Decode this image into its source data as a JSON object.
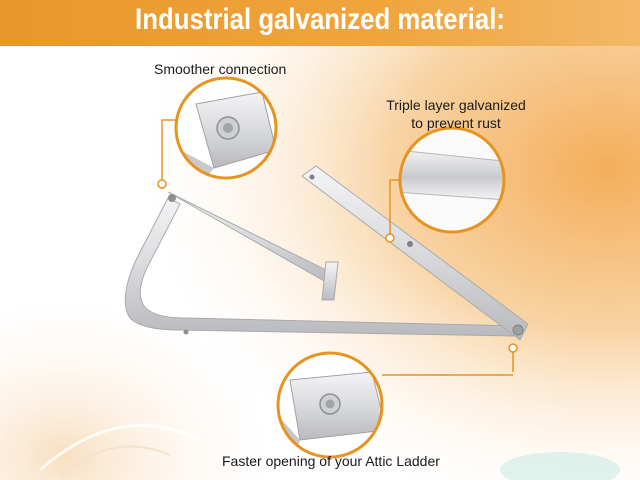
{
  "header": {
    "title": "Industrial galvanized material:",
    "band_color": "#ec9c30"
  },
  "callouts": {
    "smoother": {
      "text": "Smoother connection",
      "icon": "bolt-detail-zoom"
    },
    "triple": {
      "line1": "Triple layer galvanized",
      "line2": "to prevent rust",
      "icon": "metal-bar-zoom"
    },
    "faster": {
      "text": "Faster opening of your Attic Ladder",
      "icon": "hinge-joint-zoom"
    }
  },
  "colors": {
    "accent": "#e7931f",
    "metal": "#dcdde0",
    "bg_warm": "#f6c98c"
  }
}
